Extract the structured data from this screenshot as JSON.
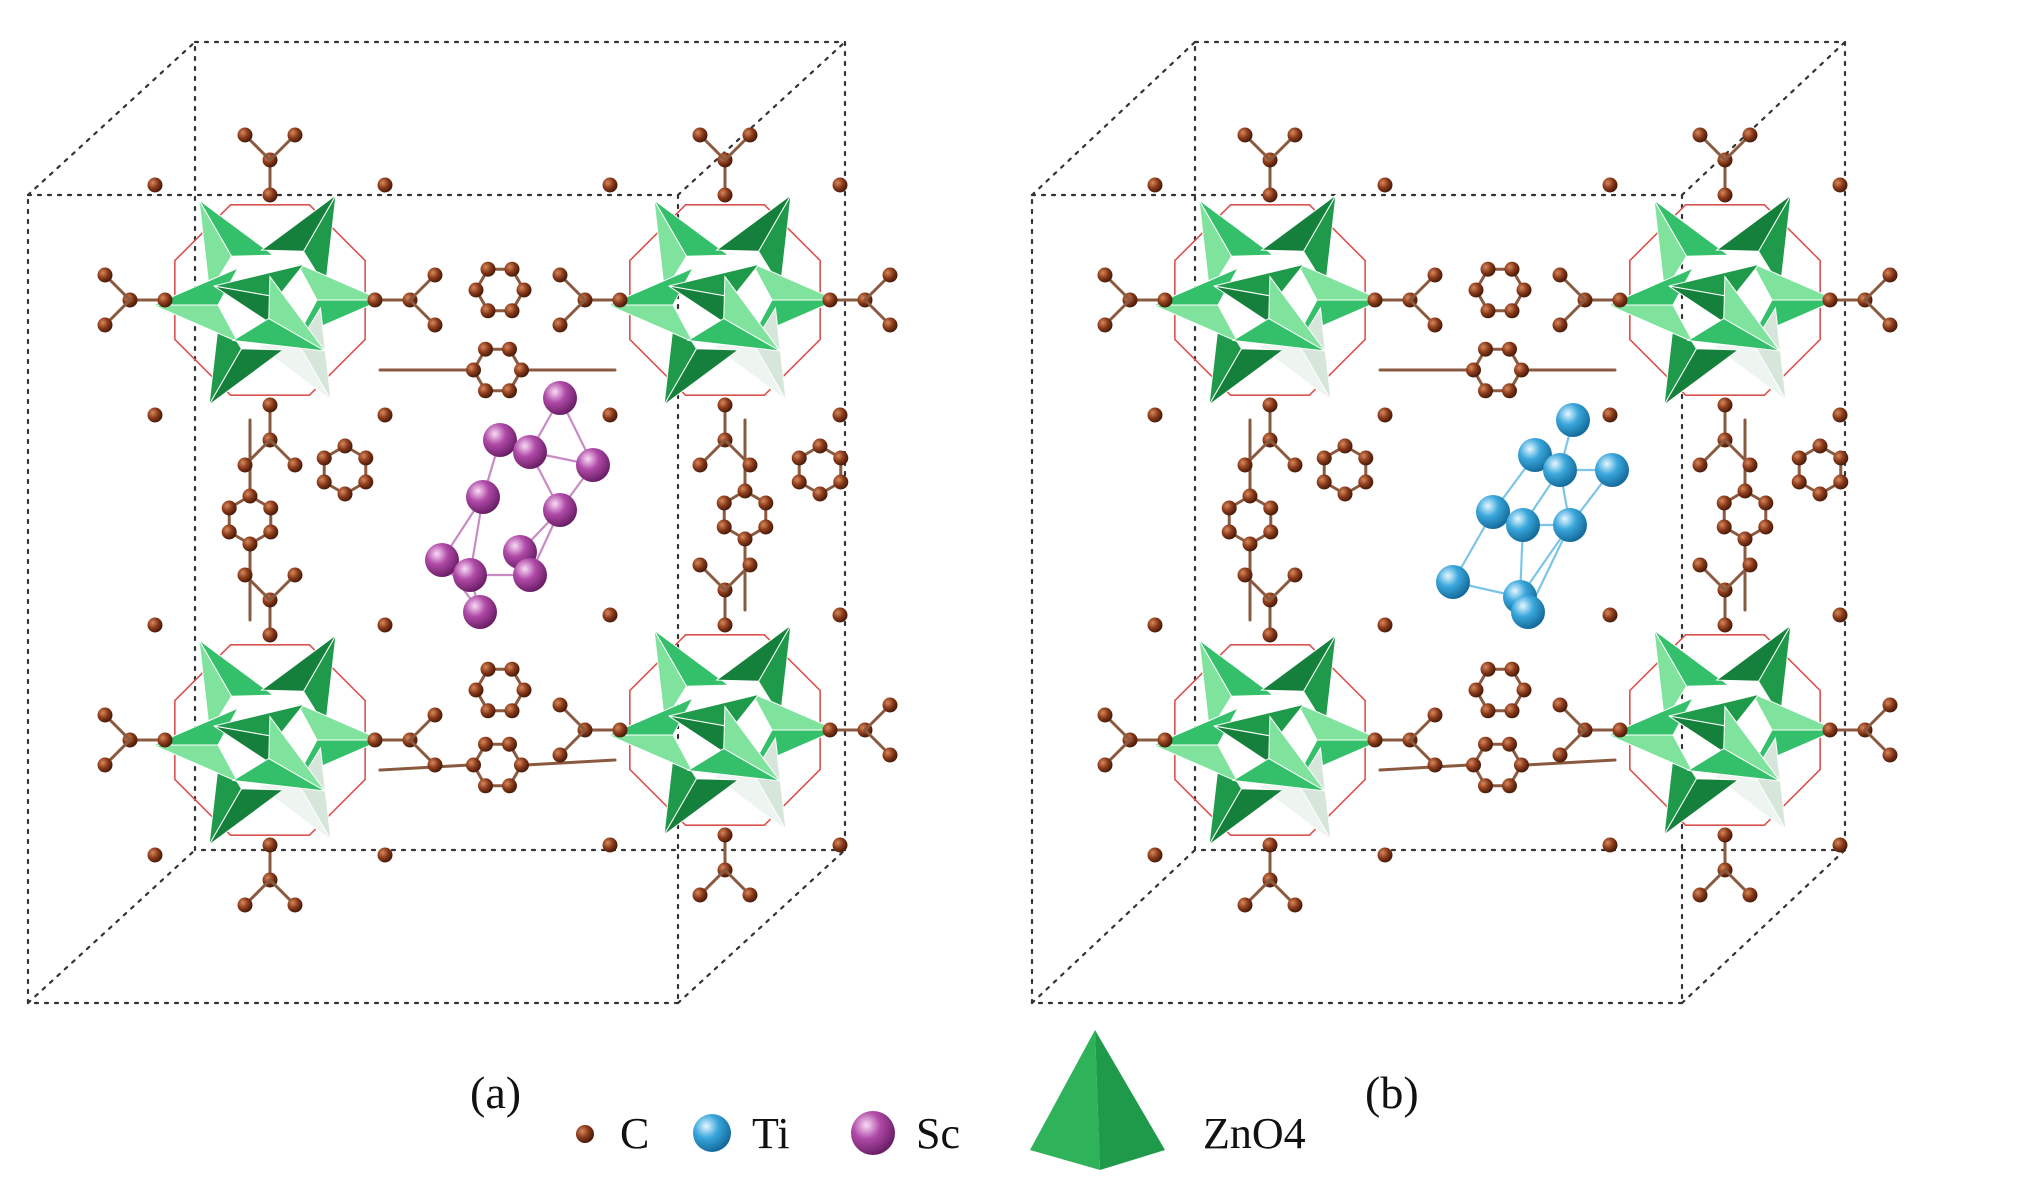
{
  "panels": [
    {
      "caption": "(a)",
      "cluster_element": "Sc"
    },
    {
      "caption": "(b)",
      "cluster_element": "Ti"
    }
  ],
  "legend": [
    {
      "symbol": "small-sphere",
      "label": "C",
      "color": "#8b3a1a"
    },
    {
      "symbol": "sphere",
      "label": "Ti",
      "color": "#3aa7dc"
    },
    {
      "symbol": "sphere",
      "label": "Sc",
      "color": "#b04aa8"
    },
    {
      "symbol": "tetrahedron",
      "label": "ZnO4",
      "color": "#2eb35a"
    }
  ],
  "colors": {
    "carbon": "#8b3a1a",
    "bond": "#8a5a40",
    "oxygen_link": "#d9534f",
    "tetra_dark": "#1f9a4a",
    "tetra_mid": "#34c06a",
    "tetra_light": "#7fe39e",
    "tetra_pale": "#e3efe6",
    "ti": "#3aa7dc",
    "sc": "#b04aa8",
    "box_line": "#333333"
  }
}
